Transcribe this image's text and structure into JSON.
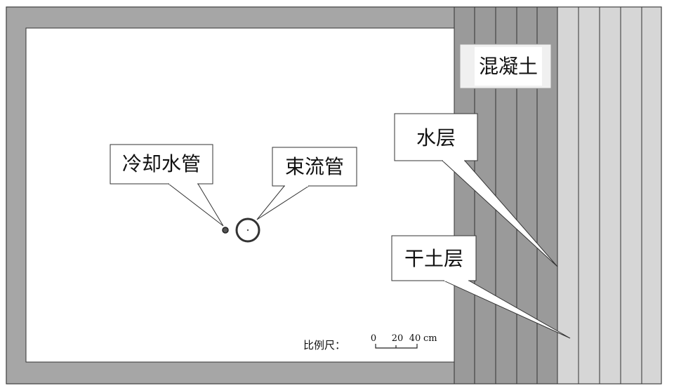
{
  "labels": {
    "concrete": "混凝土",
    "water_layer": "水层",
    "dry_soil_layer": "干土层",
    "cooling_pipe": "冷却水管",
    "beam_pipe": "束流管"
  },
  "scale_bar": {
    "label": "比例尺：",
    "ticks": [
      "0",
      "20",
      "40"
    ],
    "unit": "cm"
  },
  "colors": {
    "concrete": "#a6a6a6",
    "water": "#9a9a9a",
    "dry_soil": "#d6d6d6",
    "outline": "#333333",
    "cavity": "#ffffff"
  }
}
